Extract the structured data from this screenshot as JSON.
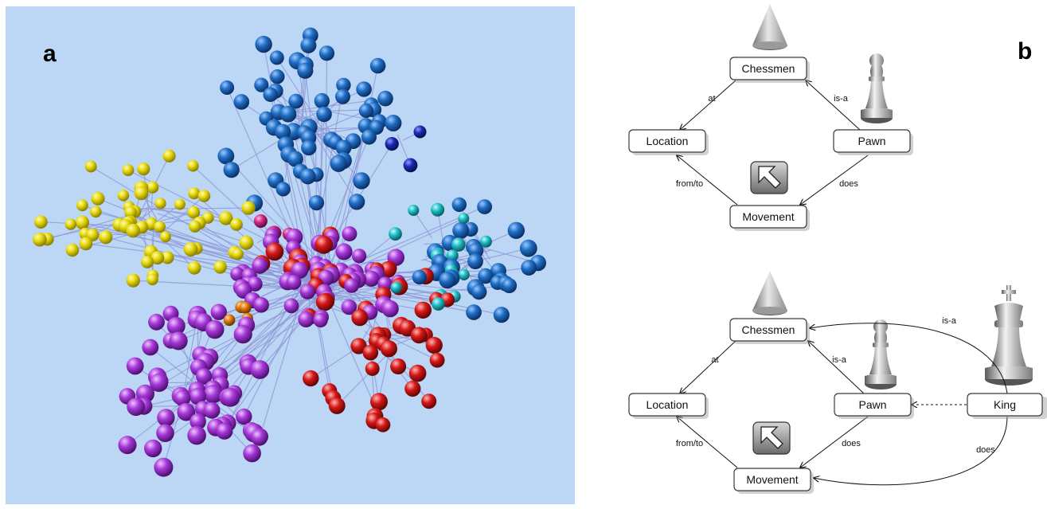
{
  "panel_a": {
    "letter": "a",
    "colors": {
      "background": "#bcd6f5",
      "edge": "#8e96d6",
      "yellow": "#e6d90f",
      "blue": "#1f6ec4",
      "navy": "#1a2ab0",
      "cyan": "#1fbfc8",
      "purple": "#a638d8",
      "red": "#d61818",
      "orange": "#e07a10",
      "pink": "#d02a86"
    }
  },
  "panel_b": {
    "letter": "b",
    "diagram_top": {
      "nodes": {
        "chessmen": "Chessmen",
        "location": "Location",
        "pawn": "Pawn",
        "movement": "Movement"
      },
      "edges": {
        "at": "at",
        "is_a": "is-a",
        "from_to": "from/to",
        "does": "does"
      }
    },
    "diagram_bottom": {
      "nodes": {
        "chessmen": "Chessmen",
        "location": "Location",
        "pawn": "Pawn",
        "king": "King",
        "movement": "Movement"
      },
      "edges": {
        "at": "at",
        "is_a": "is-a",
        "from_to": "from/to",
        "does": "does",
        "king_is_a": "is-a",
        "king_does": "does"
      }
    },
    "icons": [
      "cone-icon",
      "pawn-icon",
      "cursor-arrow-icon",
      "king-icon"
    ]
  }
}
